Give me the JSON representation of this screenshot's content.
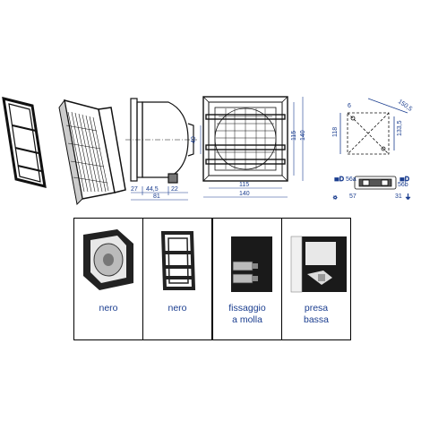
{
  "dims": {
    "depth_total": "81",
    "depth_a": "27",
    "depth_b": "44,5",
    "depth_c": "22",
    "height_side": "40",
    "front_width_inner": "115",
    "front_width_outer": "140",
    "front_height_inner": "115",
    "front_height_outer": "140",
    "cutout_diag": "150,5",
    "cutout_side": "133,5",
    "cutout_height": "118",
    "hole_dia": "6"
  },
  "wiring": {
    "term_56a": "56a",
    "term_56b": "56b",
    "term_57": "57",
    "term_31": "31"
  },
  "panels": [
    {
      "caption": "nero"
    },
    {
      "caption": "nero"
    },
    {
      "caption": "fissaggio\na molla"
    },
    {
      "caption": "presa\nbassa"
    }
  ]
}
